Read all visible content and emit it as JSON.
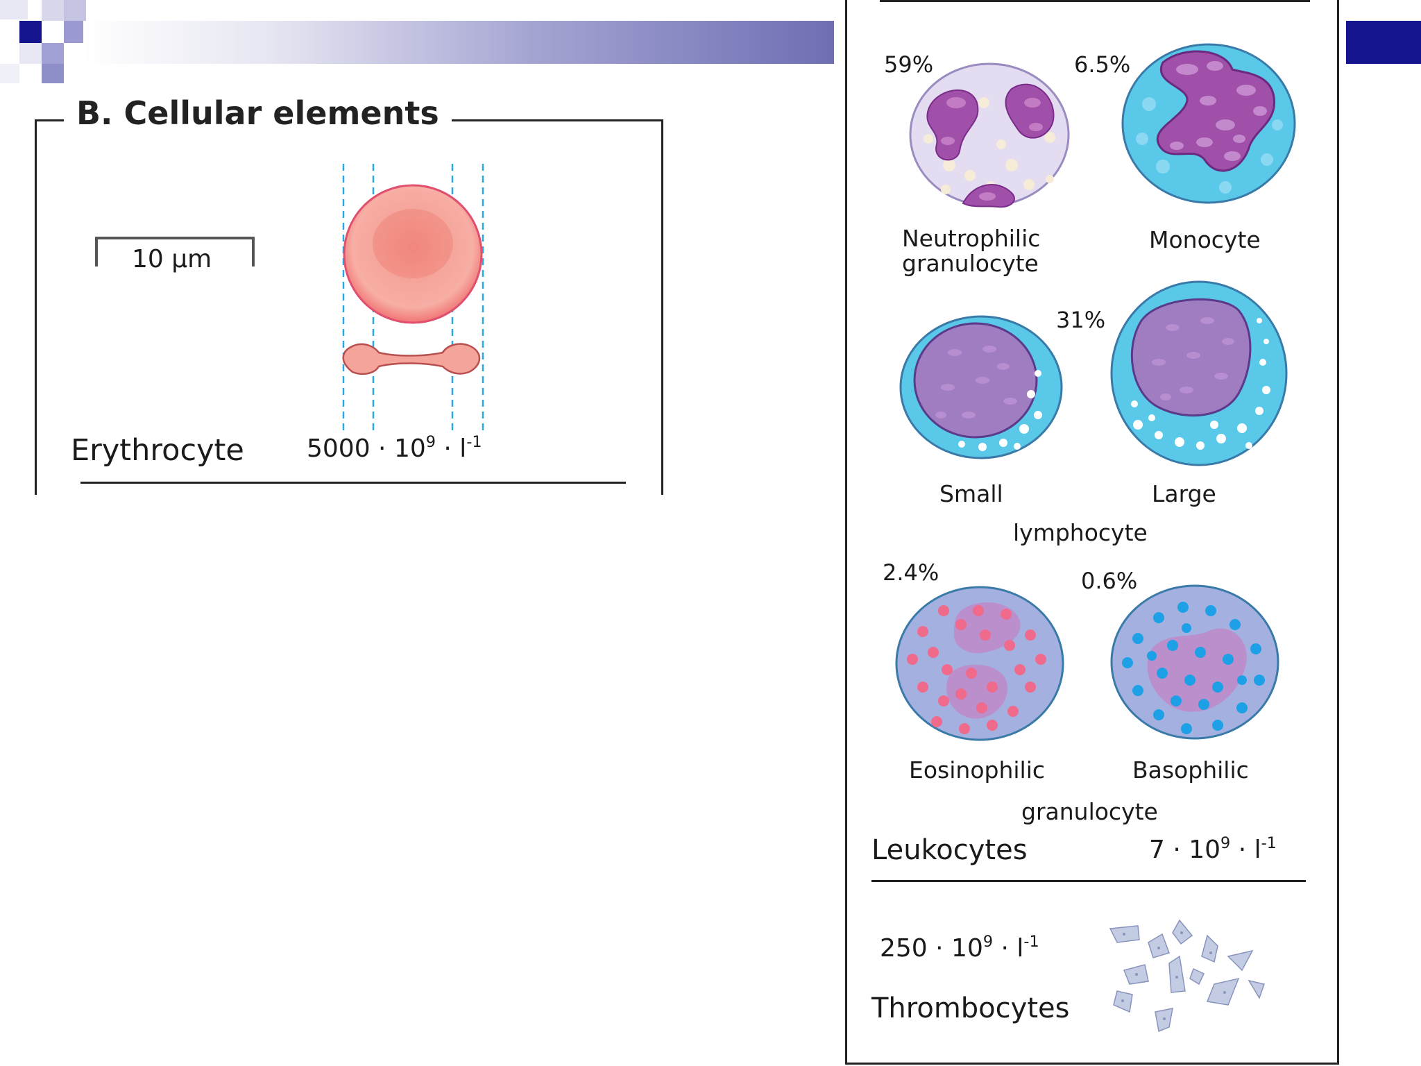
{
  "title": "B. Cellular elements",
  "scale_bar": "10 µm",
  "erythrocyte": {
    "name": "Erythrocyte",
    "count_base": "5000 · 10",
    "count_exp": "9",
    "count_unit": " · l",
    "count_unit_exp": "-1"
  },
  "leukocytes": {
    "neutrophil": {
      "pct": "59%",
      "label_line1": "Neutrophilic",
      "label_line2": "granulocyte"
    },
    "monocyte": {
      "pct": "6.5%",
      "label": "Monocyte"
    },
    "lymphocyte": {
      "pct": "31%",
      "small": "Small",
      "large": "Large",
      "label": "lymphocyte"
    },
    "eosinophil": {
      "pct": "2.4%",
      "label": "Eosinophilic"
    },
    "basophil": {
      "pct": "0.6%",
      "label": "Basophilic"
    },
    "granulocyte_label": "granulocyte",
    "total_label": "Leukocytes",
    "count_base": "7 · 10",
    "count_exp": "9",
    "count_unit": " · l",
    "count_unit_exp": "-1"
  },
  "thrombocytes": {
    "label": "Thrombocytes",
    "count_base": "250 · 10",
    "count_exp": "9",
    "count_unit": " · l",
    "count_unit_exp": "-1"
  },
  "colors": {
    "header_accent": "#14148c",
    "rbc": "#f07a7a",
    "cyan_cytoplasm": "#5ac8e8",
    "nucleus_purple": "#a06ab4",
    "eosin_granule": "#f06a8c",
    "baso_granule": "#1ea0e6"
  }
}
